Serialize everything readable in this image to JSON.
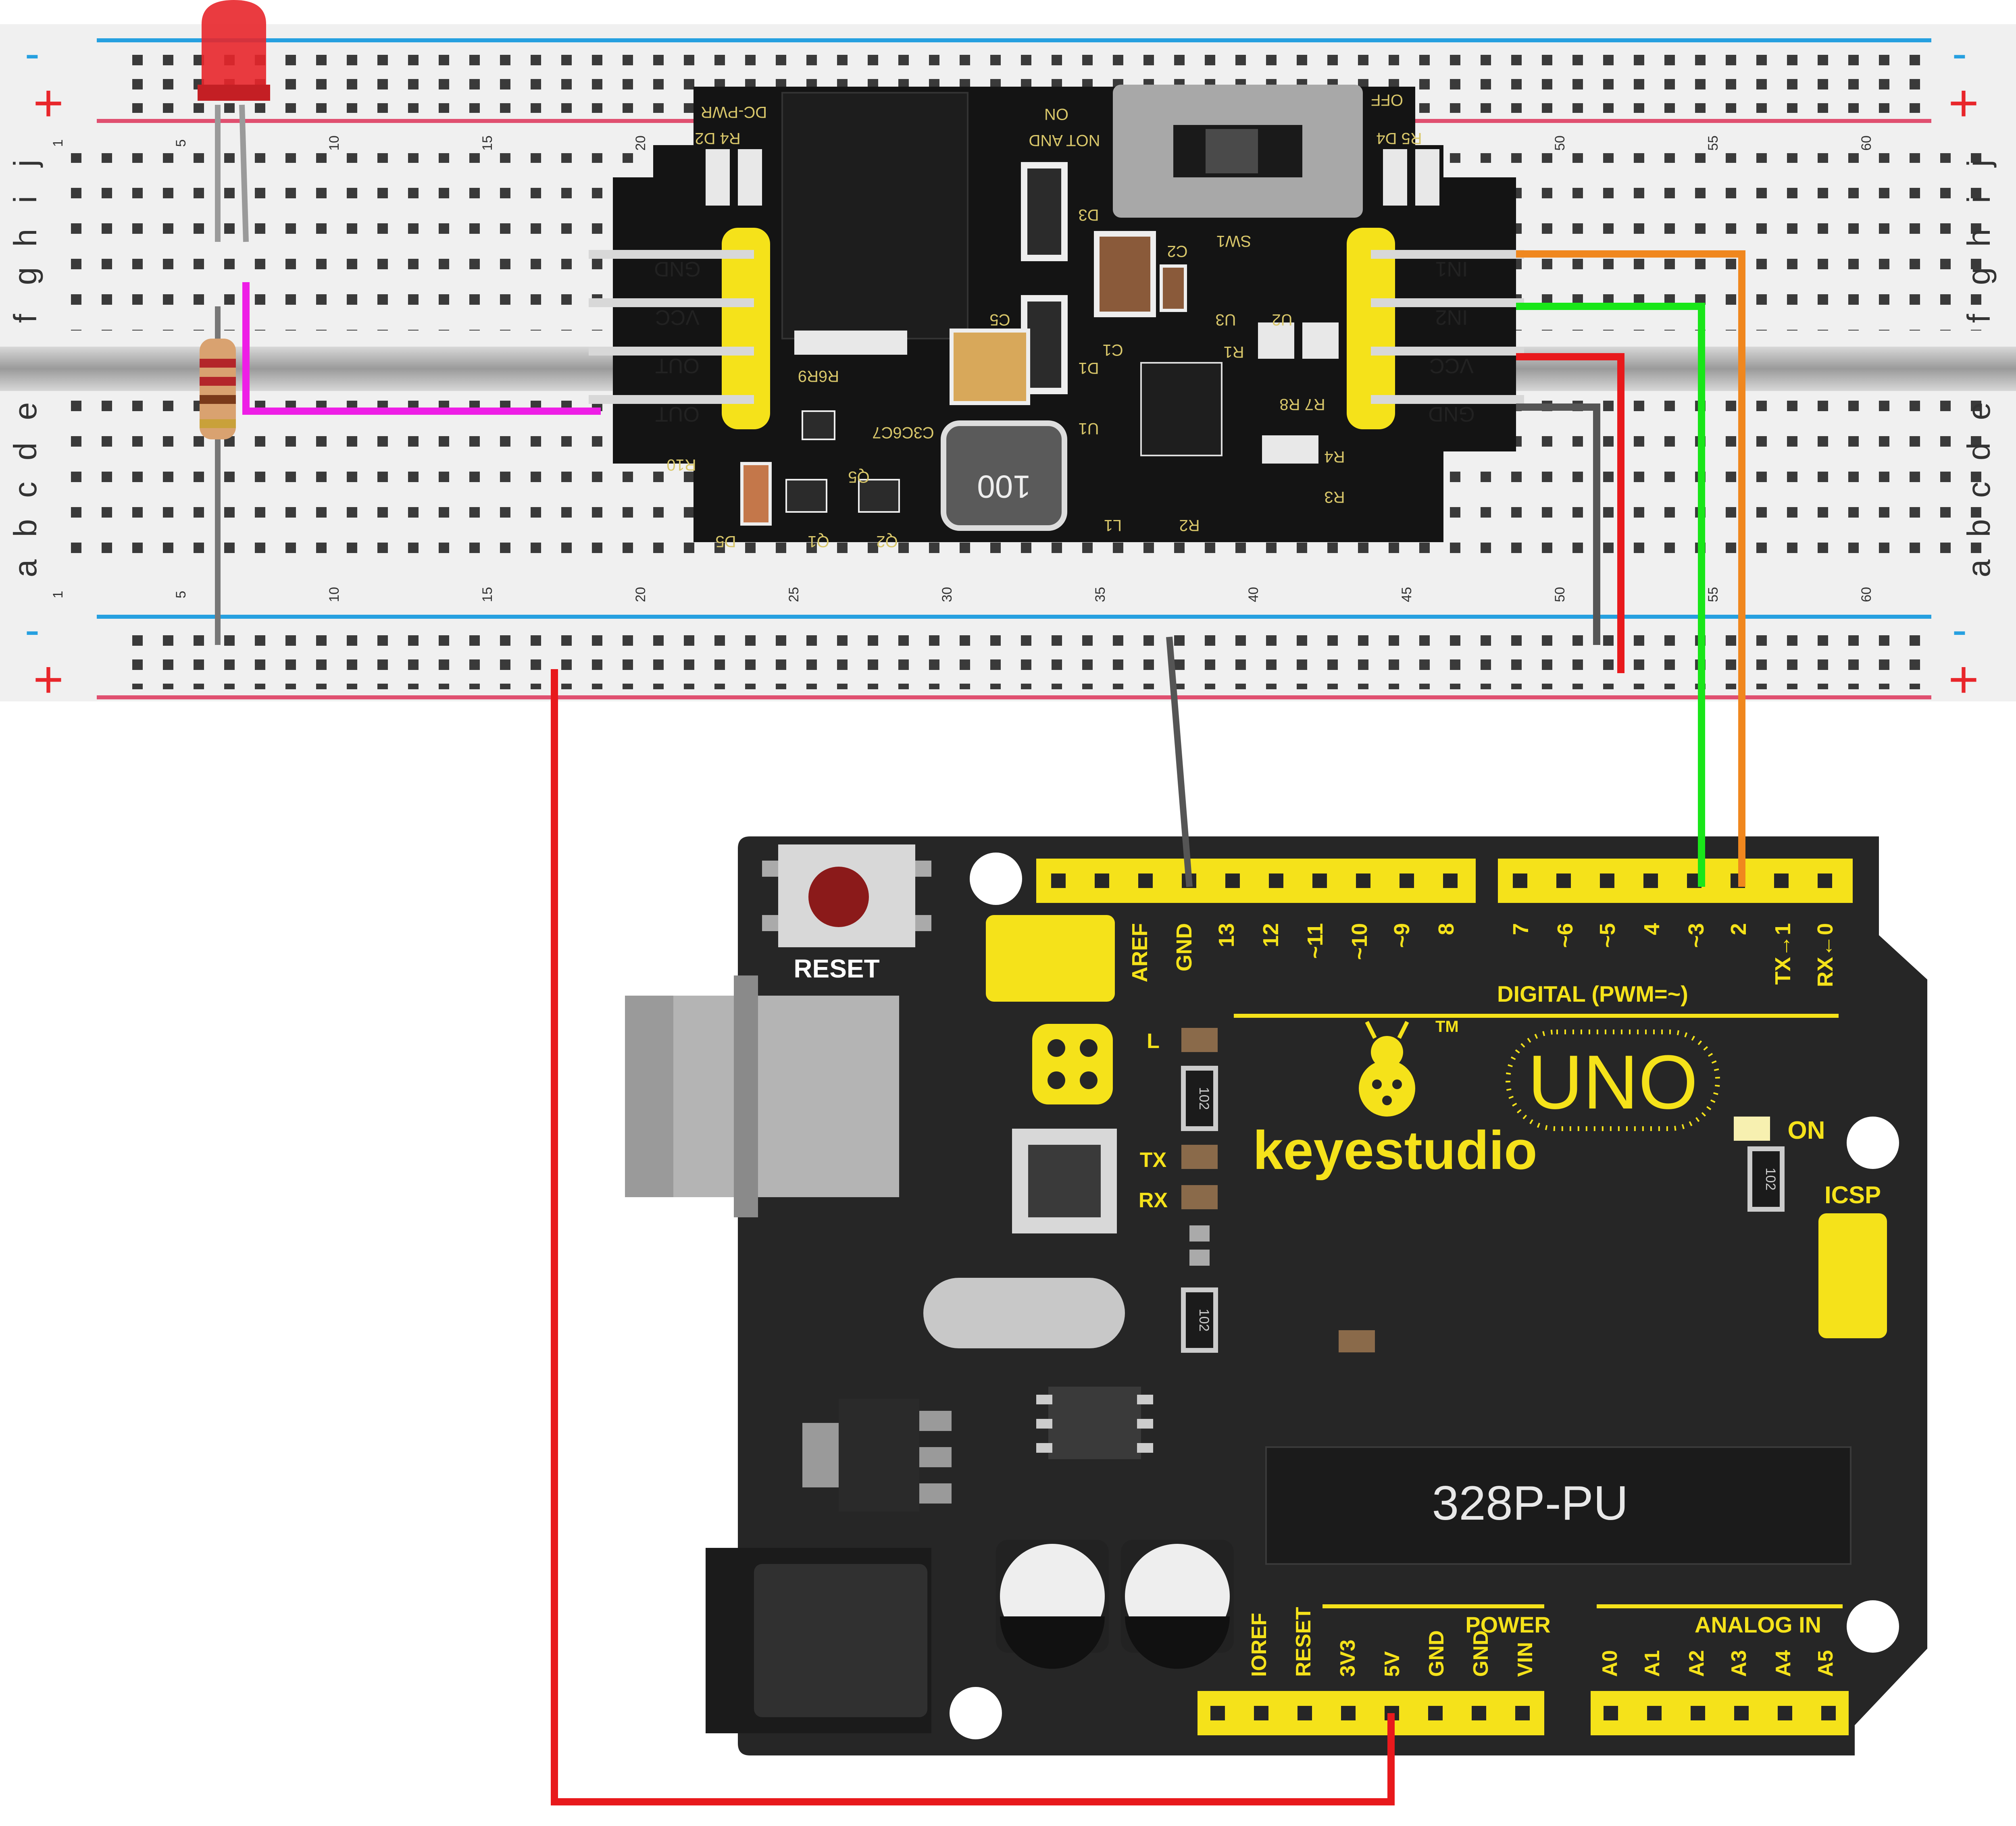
{
  "breadboard": {
    "column_numbers": [
      "1",
      "5",
      "10",
      "15",
      "20",
      "25",
      "30",
      "35",
      "40",
      "45",
      "50",
      "55",
      "60"
    ],
    "row_letters_top": [
      "j",
      "i",
      "h",
      "g",
      "f"
    ],
    "row_letters_bottom": [
      "e",
      "d",
      "c",
      "b",
      "a"
    ],
    "rail_minus": "-",
    "rail_plus": "+"
  },
  "module": {
    "left_pins": [
      "GND",
      "VCC",
      "OUT",
      "OUT"
    ],
    "right_pins": [
      "IN1",
      "IN2",
      "VCC",
      "GND"
    ],
    "switch_on": "ON",
    "switch_off": "OFF",
    "switch_mode": "NOT AND",
    "dc_pwr": "DC-PWR",
    "sw_label": "SW1",
    "inductor": "100",
    "labels": [
      "R4 D2",
      "R5 D4",
      "D3",
      "C2",
      "C5",
      "C1",
      "U3",
      "U2",
      "R1",
      "R6R9",
      "C3C6C7",
      "Q5",
      "Q1",
      "Q2",
      "D5",
      "R10",
      "L1",
      "R2",
      "R3",
      "R4",
      "R7 R8",
      "U1",
      "D1"
    ]
  },
  "led": {
    "color": "#e8262b"
  },
  "arduino": {
    "brand": "keyestudio",
    "tm": "TM",
    "model": "UNO",
    "chip": "328P-PU",
    "reset": "RESET",
    "icsp": "ICSP",
    "on": "ON",
    "digital_label": "DIGITAL (PWM=~)",
    "power_label": "POWER",
    "analog_label": "ANALOG IN",
    "led_labels": [
      "L",
      "TX",
      "RX"
    ],
    "resistor_code": "102",
    "digital_left": [
      "AREF",
      "GND",
      "13",
      "12",
      "~11",
      "~10",
      "~9",
      "8"
    ],
    "digital_right": [
      "7",
      "~6",
      "~5",
      "4",
      "~3",
      "2",
      "TX→1",
      "RX←0"
    ],
    "power_pins": [
      "IOREF",
      "RESET",
      "3V3",
      "5V",
      "GND",
      "GND",
      "VIN"
    ],
    "analog_pins": [
      "A0",
      "A1",
      "A2",
      "A3",
      "A4",
      "A5"
    ]
  },
  "wires": {
    "colors": {
      "red": "#e8191c",
      "green": "#19e619",
      "orange": "#f0871e",
      "gray": "#555555",
      "magenta": "#ee1ee6"
    }
  }
}
